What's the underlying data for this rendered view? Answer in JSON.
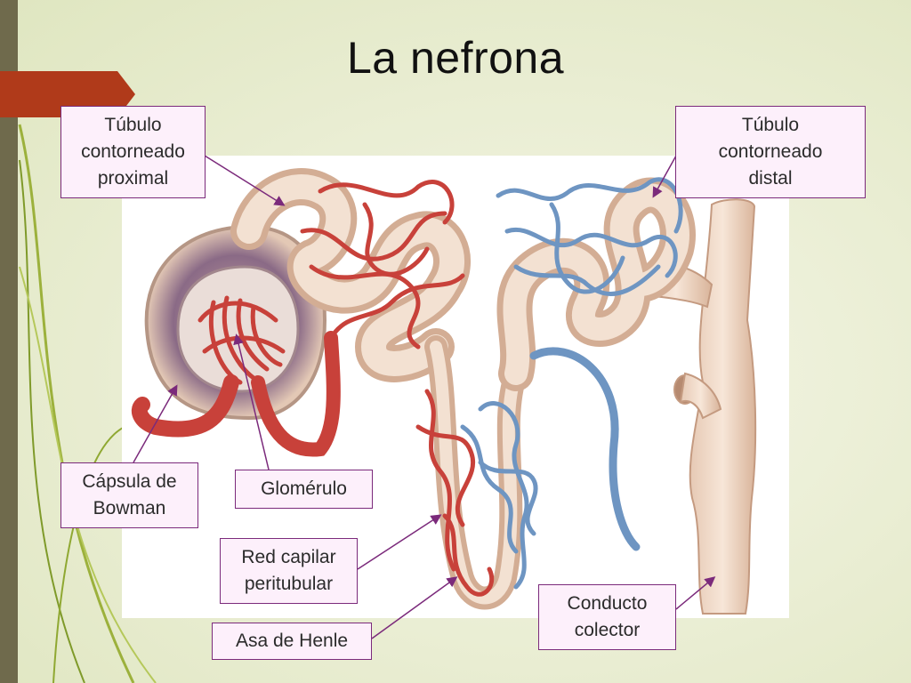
{
  "slide": {
    "title": "La nefrona",
    "colors": {
      "accent": "#b03a1a",
      "label_border": "#7b2a7b",
      "label_fill": "#fdf0fb"
    }
  },
  "diagram": {
    "subject": "nephron",
    "labels": {
      "proximal_tubule": [
        "Túbulo",
        "contorneado",
        "proximal"
      ],
      "distal_tubule": [
        "Túbulo",
        "contorneado",
        "distal"
      ],
      "bowman_capsule": [
        "Cápsula de",
        "Bowman"
      ],
      "glomerulus": [
        "Glomérulo"
      ],
      "peritubular_network": [
        "Red capilar",
        "peritubular"
      ],
      "loop_of_henle": [
        "Asa de Henle"
      ],
      "collecting_duct": [
        "Conducto",
        "colector"
      ]
    }
  }
}
